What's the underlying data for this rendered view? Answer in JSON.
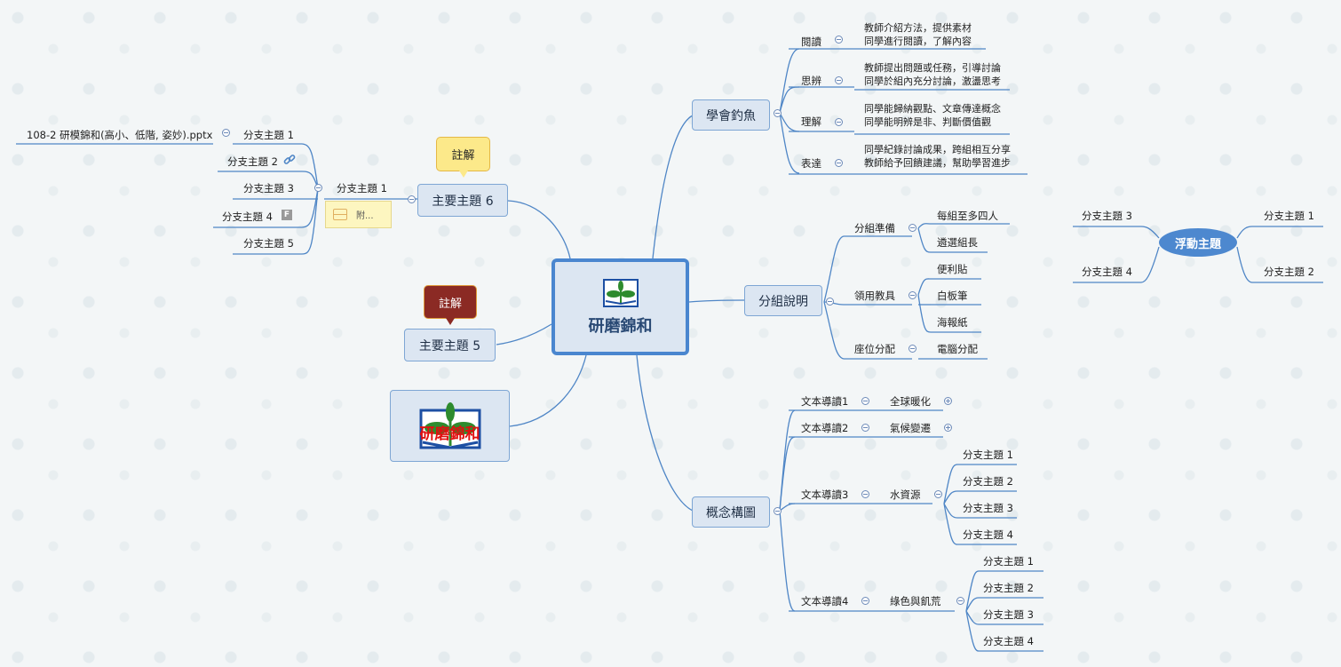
{
  "center": {
    "title": "研磨錦和"
  },
  "left": {
    "topic6": "主要主題 6",
    "topic6_callout": "註解",
    "topic5": "主要主題 5",
    "topic5_callout": "註解",
    "sub1": "分支主題 1",
    "note_label": "附...",
    "attachment": "108-2 研模錦和(高小、低階, 姿妙).pptx",
    "subs": [
      "分支主題 1",
      "分支主題 2",
      "分支主題 3",
      "分支主題 4",
      "分支主題 5"
    ],
    "image_text": "研磨錦和"
  },
  "fishing": {
    "title": "學會釣魚",
    "items": [
      {
        "label": "閱讀",
        "desc": [
          "教師介紹方法，提供素材",
          "同學進行閱讀，了解內容"
        ]
      },
      {
        "label": "思辨",
        "desc": [
          "教師提出問題或任務，引導討論",
          "同學於組內充分討論，激盪思考"
        ]
      },
      {
        "label": "理解",
        "desc": [
          "同學能歸納觀點、文章傳達概念",
          "同學能明辨是非、判斷價值觀"
        ]
      },
      {
        "label": "表達",
        "desc": [
          "同學紀錄討論成果，跨組相互分享",
          "教師給予回饋建議，幫助學習進步"
        ]
      }
    ]
  },
  "group": {
    "title": "分組說明",
    "prep": "分組準備",
    "prep_items": [
      "每組至多四人",
      "遴選組長"
    ],
    "tools": "領用教具",
    "tools_items": [
      "便利貼",
      "白板筆",
      "海報紙"
    ],
    "seat": "座位分配",
    "seat_items": [
      "電腦分配"
    ]
  },
  "concept": {
    "title": "概念構圖",
    "guides": [
      "文本導讀1",
      "文本導讀2",
      "文本導讀3",
      "文本導讀4"
    ],
    "g1_item": "全球暖化",
    "g2_item": "氣候變遷",
    "g3_item": "水資源",
    "g3_subs": [
      "分支主題 1",
      "分支主題 2",
      "分支主題 3",
      "分支主題 4"
    ],
    "g4_item": "綠色與飢荒",
    "g4_subs": [
      "分支主題 1",
      "分支主題 2",
      "分支主題 3",
      "分支主題 4"
    ]
  },
  "floating": {
    "title": "浮動主題",
    "subs": [
      "分支主題 1",
      "分支主題 2",
      "分支主題 3",
      "分支主題 4"
    ]
  },
  "colors": {
    "line": "#4f86c6",
    "node_bg": "#dce6f2",
    "center_border": "#4a86cf",
    "float_bg": "#4d88cf",
    "callout_yellow": "#fce98a",
    "callout_red": "#8b2a24"
  }
}
